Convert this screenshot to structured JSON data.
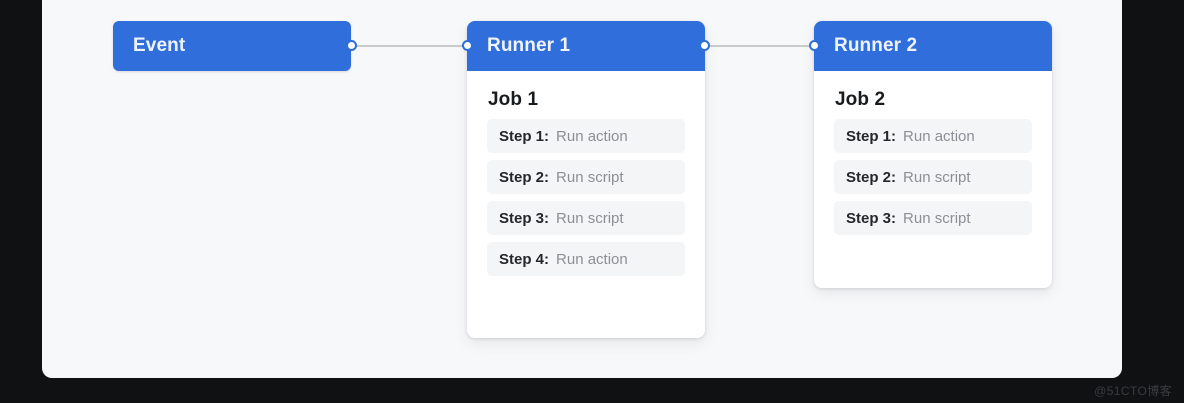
{
  "diagram": {
    "background_color": "#0f1113",
    "panel_color": "#f7f8f9",
    "accent_color": "#2f6edb",
    "event": {
      "label": "Event"
    },
    "runners": [
      {
        "title": "Runner 1",
        "job": "Job 1",
        "steps": [
          {
            "label": "Step 1:",
            "value": "Run action"
          },
          {
            "label": "Step 2:",
            "value": "Run script"
          },
          {
            "label": "Step 3:",
            "value": "Run script"
          },
          {
            "label": "Step 4:",
            "value": "Run action"
          }
        ]
      },
      {
        "title": "Runner 2",
        "job": "Job 2",
        "steps": [
          {
            "label": "Step 1:",
            "value": "Run action"
          },
          {
            "label": "Step 2:",
            "value": "Run script"
          },
          {
            "label": "Step 3:",
            "value": "Run script"
          }
        ]
      }
    ]
  },
  "watermark": {
    "text": "@51CTO博客"
  }
}
